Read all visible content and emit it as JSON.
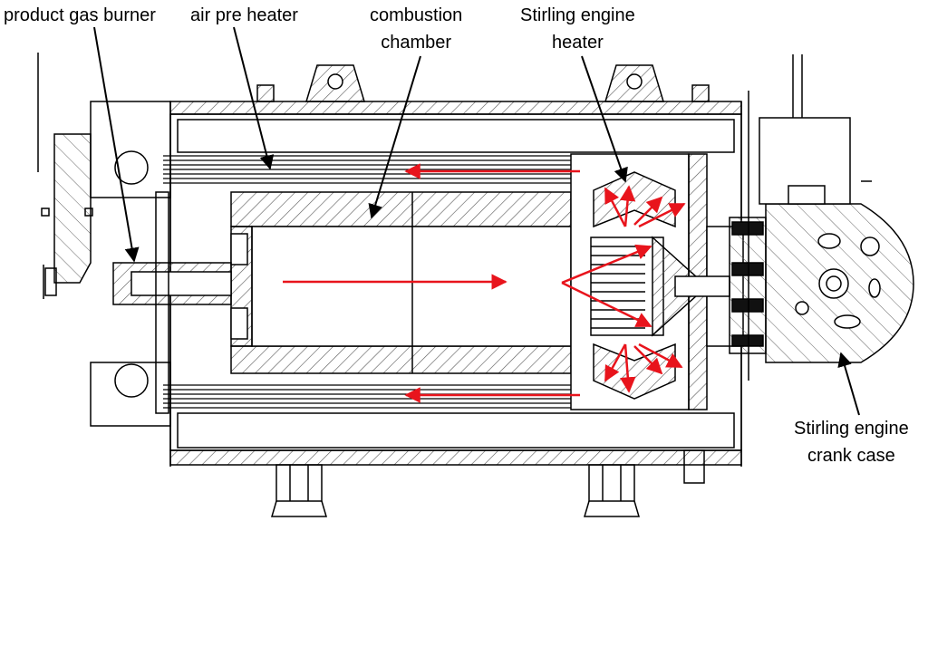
{
  "labels": {
    "product_gas_burner": "product gas burner",
    "air_pre_heater": "air pre heater",
    "combustion_chamber": [
      "combustion",
      "chamber"
    ],
    "stirling_heater": [
      "Stirling engine",
      "heater"
    ],
    "stirling_crank_case": [
      "Stirling engine",
      "crank case"
    ]
  },
  "colors": {
    "line": "#000000",
    "hatch": "#555555",
    "flow_arrow": "#e8141c",
    "background": "#ffffff"
  }
}
